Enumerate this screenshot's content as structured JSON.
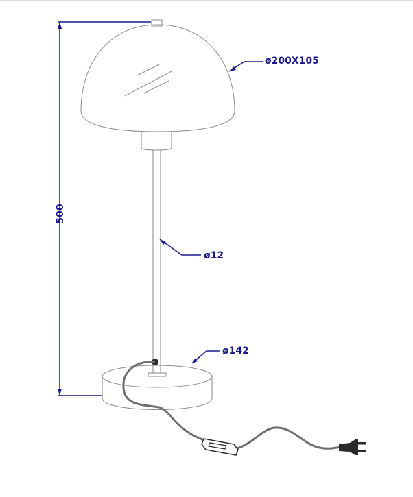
{
  "colors": {
    "outline": "#8a8a8a",
    "dimension": "#1a1a8c",
    "cable": "#6e6e6e",
    "plug": "#2a2a2a"
  },
  "dimensions": {
    "height": "500",
    "shade": "ø200X105",
    "stem": "ø12",
    "base": "ø142"
  }
}
